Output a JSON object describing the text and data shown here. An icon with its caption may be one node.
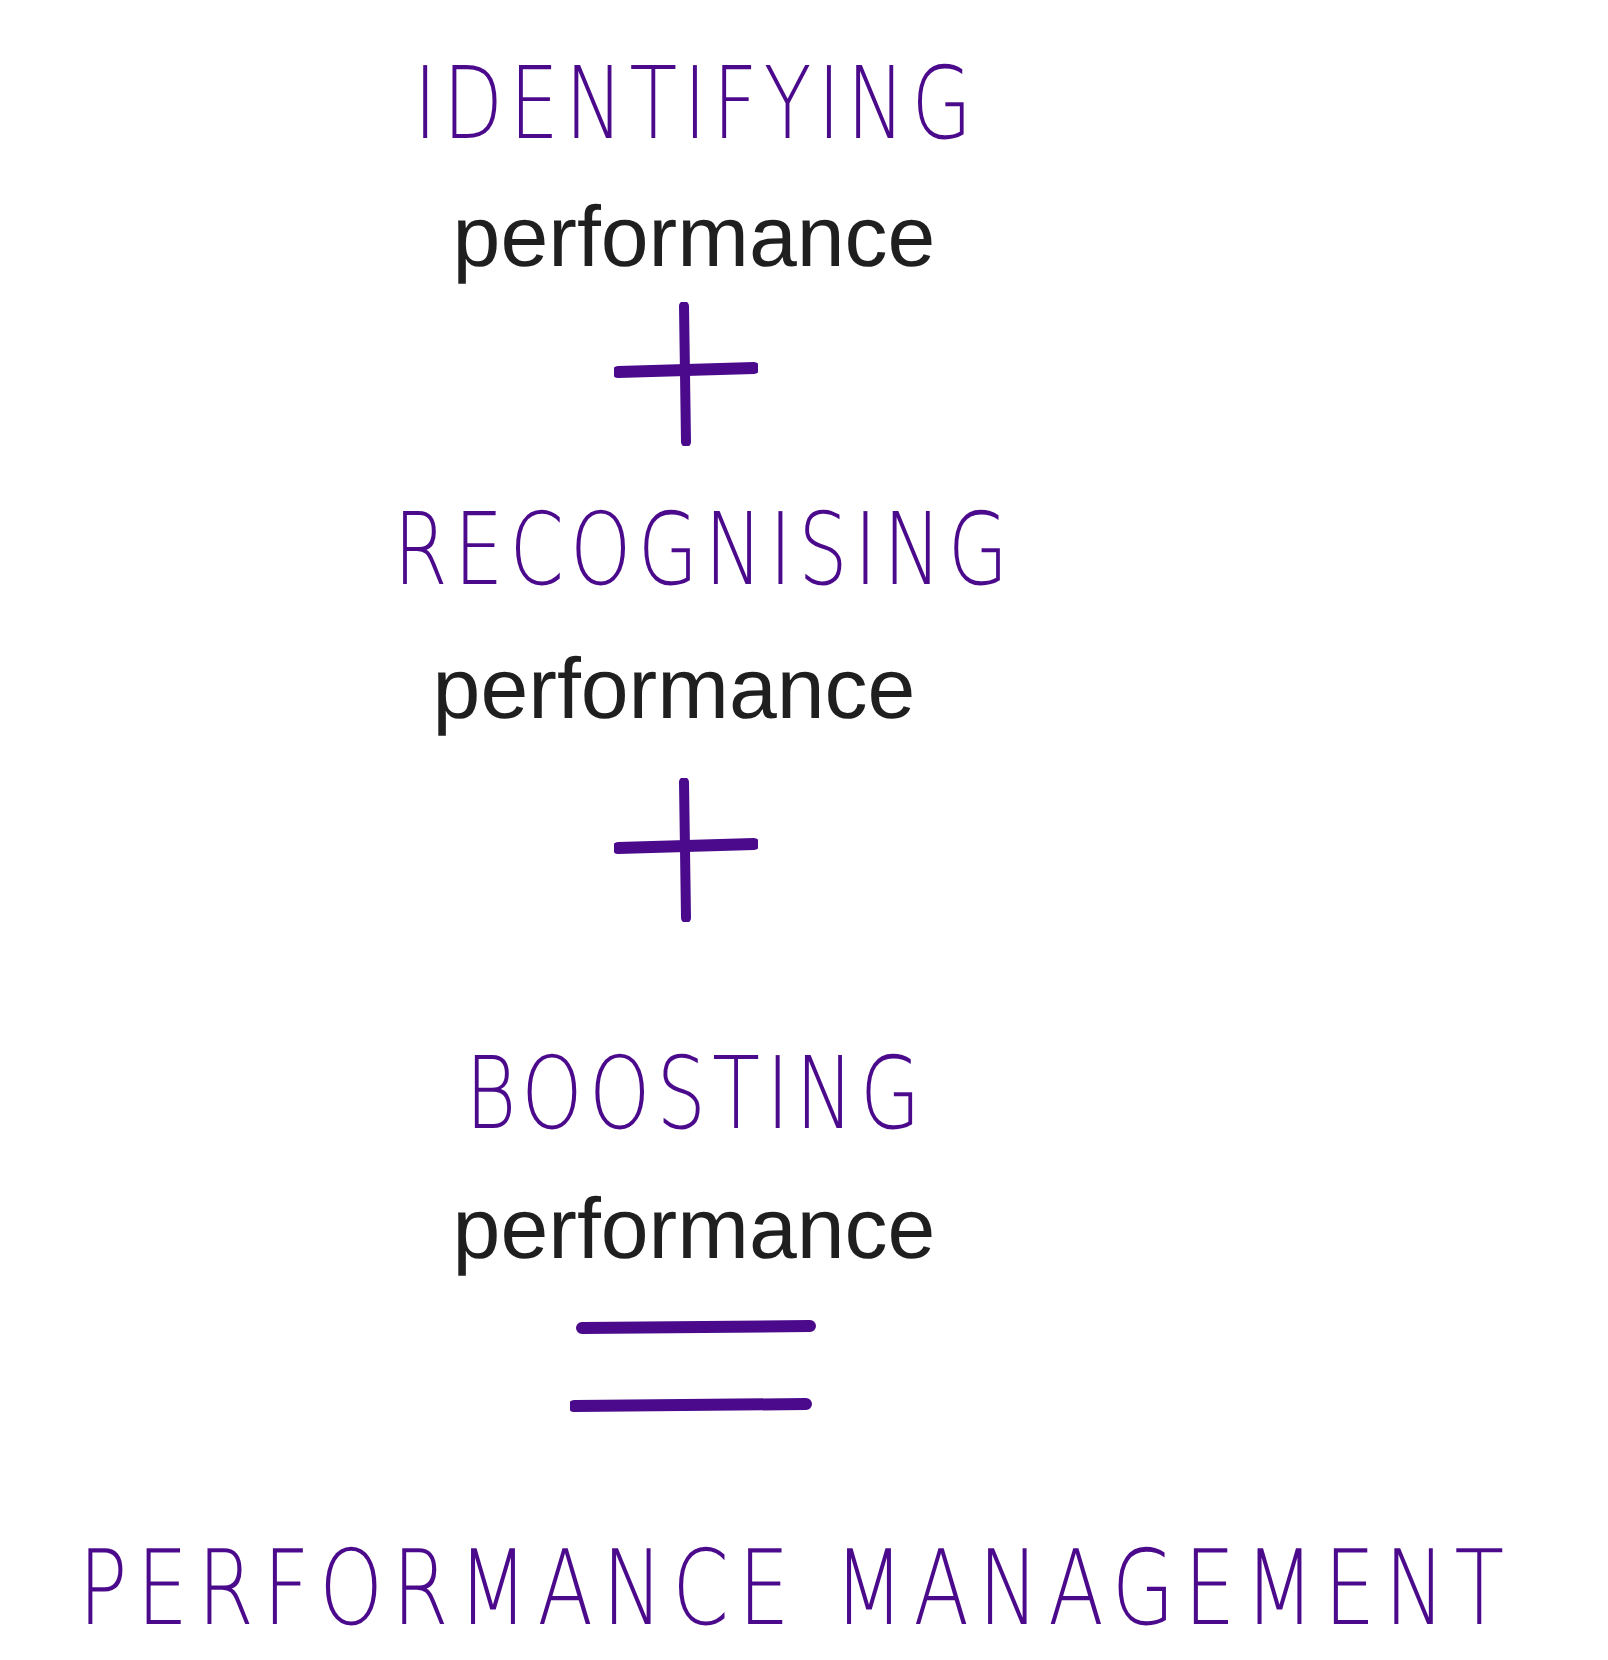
{
  "diagram": {
    "labels": [
      "IDENTIFYING",
      "performance",
      "RECOGNISING",
      "performance",
      "BOOSTING",
      "performance",
      "PERFORMANCE MANAGEMENT"
    ]
  }
}
